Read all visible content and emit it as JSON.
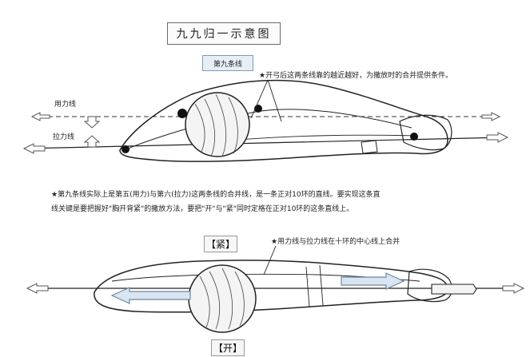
{
  "title": "九九归一示意图",
  "line_label": "第九条线",
  "top_note": "★开弓后这两条线靠的越近越好，为撒放时的合并提供条件。",
  "force_line_label": "用力线",
  "pull_line_label": "拉力线",
  "explanation_line1": "★第九条线实际上是第五(用力)与第六(拉力)这两条线的合并线，是一条正对10环的直线。要实现这条直",
  "explanation_line2": "线关键是要把握好\"胸开背紧\"的撒放方法，要把\"开\"与\"紧\"同时定格在正对10环的这条直线上。",
  "tight_label": "【紧】",
  "open_label": "【开】",
  "bottom_note": "★用力线与拉力线在十环的中心线上合并",
  "colors": {
    "ink": "#222222",
    "arrow_fill": "#d9e5f0",
    "arrow_stroke": "#6c87a3"
  }
}
